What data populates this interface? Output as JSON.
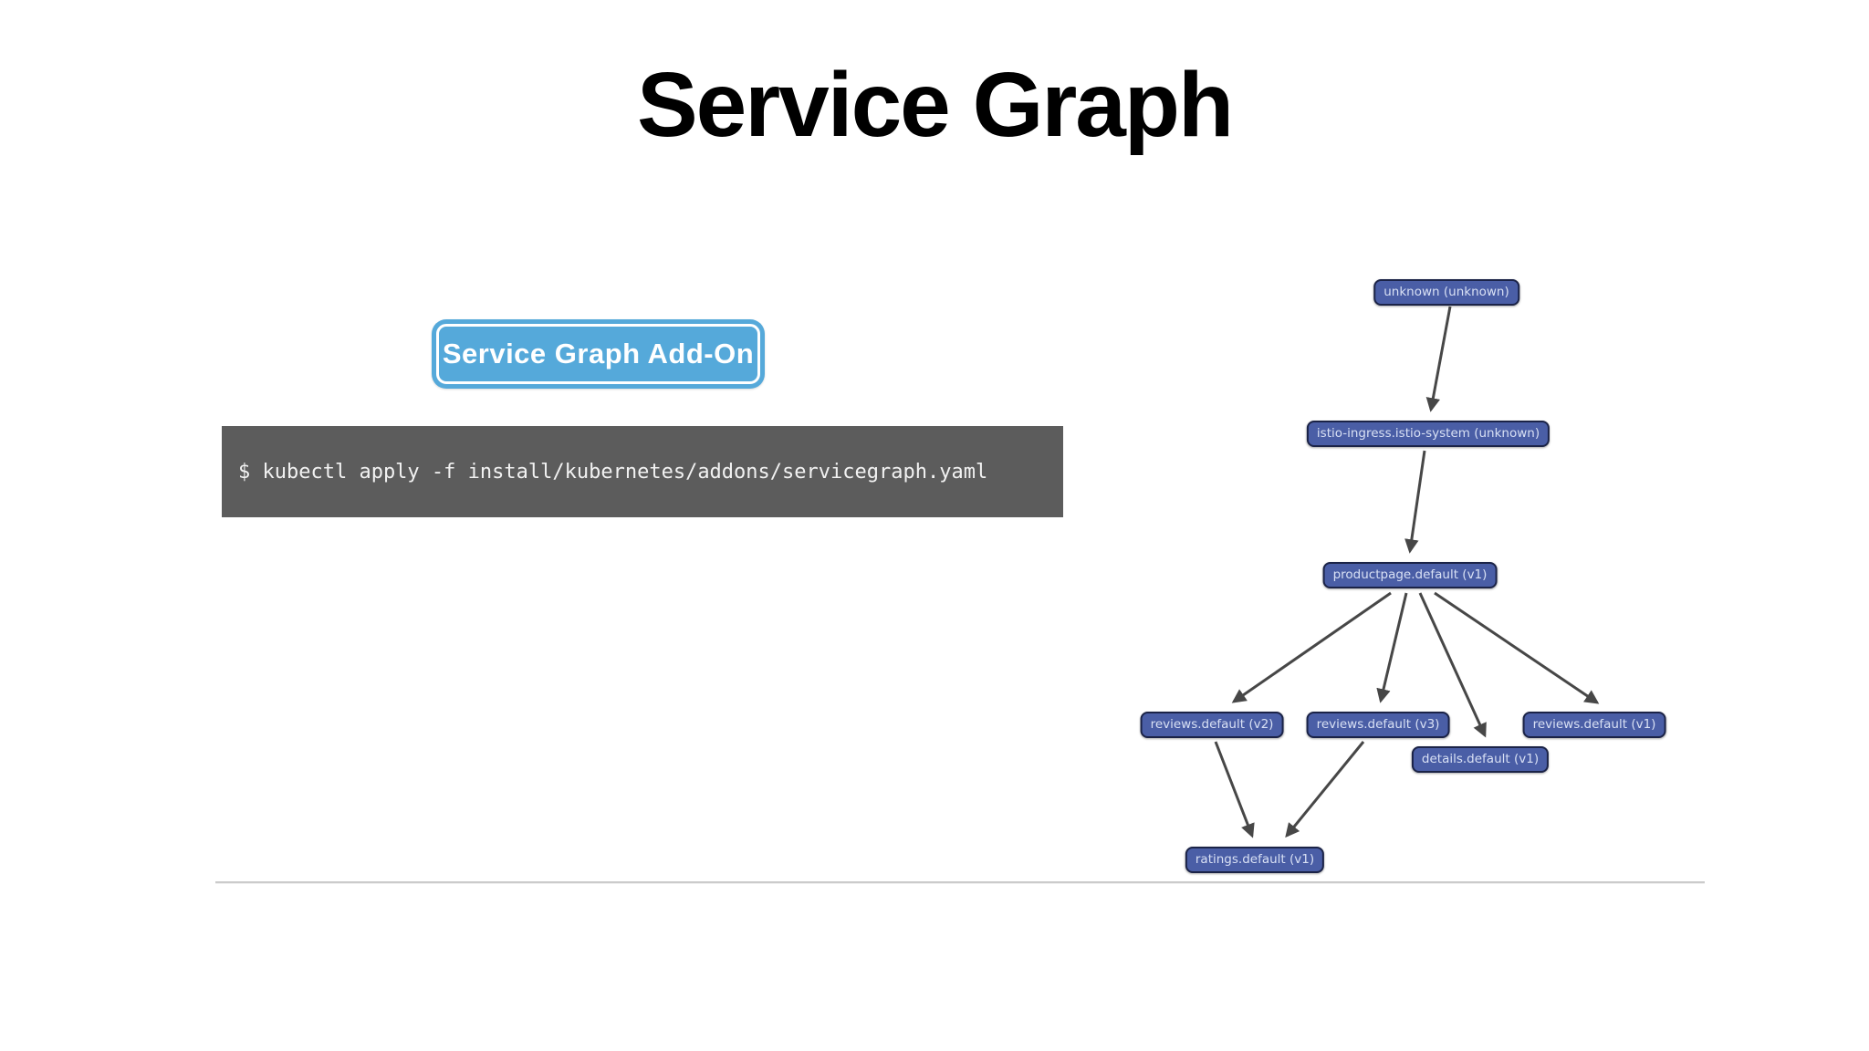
{
  "slide": {
    "title": "Service Graph",
    "addon_button": "Service Graph Add-On",
    "command": "$ kubectl apply -f install/kubernetes/addons/servicegraph.yaml"
  },
  "graph": {
    "nodes": [
      {
        "id": "unknown",
        "label": "unknown (unknown)"
      },
      {
        "id": "istio-ingress",
        "label": "istio-ingress.istio-system (unknown)"
      },
      {
        "id": "productpage",
        "label": "productpage.default (v1)"
      },
      {
        "id": "reviews-v2",
        "label": "reviews.default (v2)"
      },
      {
        "id": "reviews-v3",
        "label": "reviews.default (v3)"
      },
      {
        "id": "reviews-v1",
        "label": "reviews.default (v1)"
      },
      {
        "id": "details-v1",
        "label": "details.default (v1)"
      },
      {
        "id": "ratings-v1",
        "label": "ratings.default (v1)"
      }
    ],
    "edges": [
      {
        "from": "unknown",
        "to": "istio-ingress"
      },
      {
        "from": "istio-ingress",
        "to": "productpage"
      },
      {
        "from": "productpage",
        "to": "reviews-v2"
      },
      {
        "from": "productpage",
        "to": "reviews-v3"
      },
      {
        "from": "productpage",
        "to": "details-v1"
      },
      {
        "from": "productpage",
        "to": "reviews-v1"
      },
      {
        "from": "reviews-v2",
        "to": "ratings-v1"
      },
      {
        "from": "reviews-v3",
        "to": "ratings-v1"
      }
    ]
  },
  "colors": {
    "node_fill": "#4a5ea6",
    "node_border": "#1b2347",
    "node_text": "#d8e0f4",
    "arrow": "#474747",
    "badge_blue": "#55a9da",
    "badge_text": "#ffffff",
    "code_background": "#5c5c5c",
    "code_text": "#f2f2f2",
    "title_text": "#000000",
    "divider": "#cbcbcb"
  }
}
